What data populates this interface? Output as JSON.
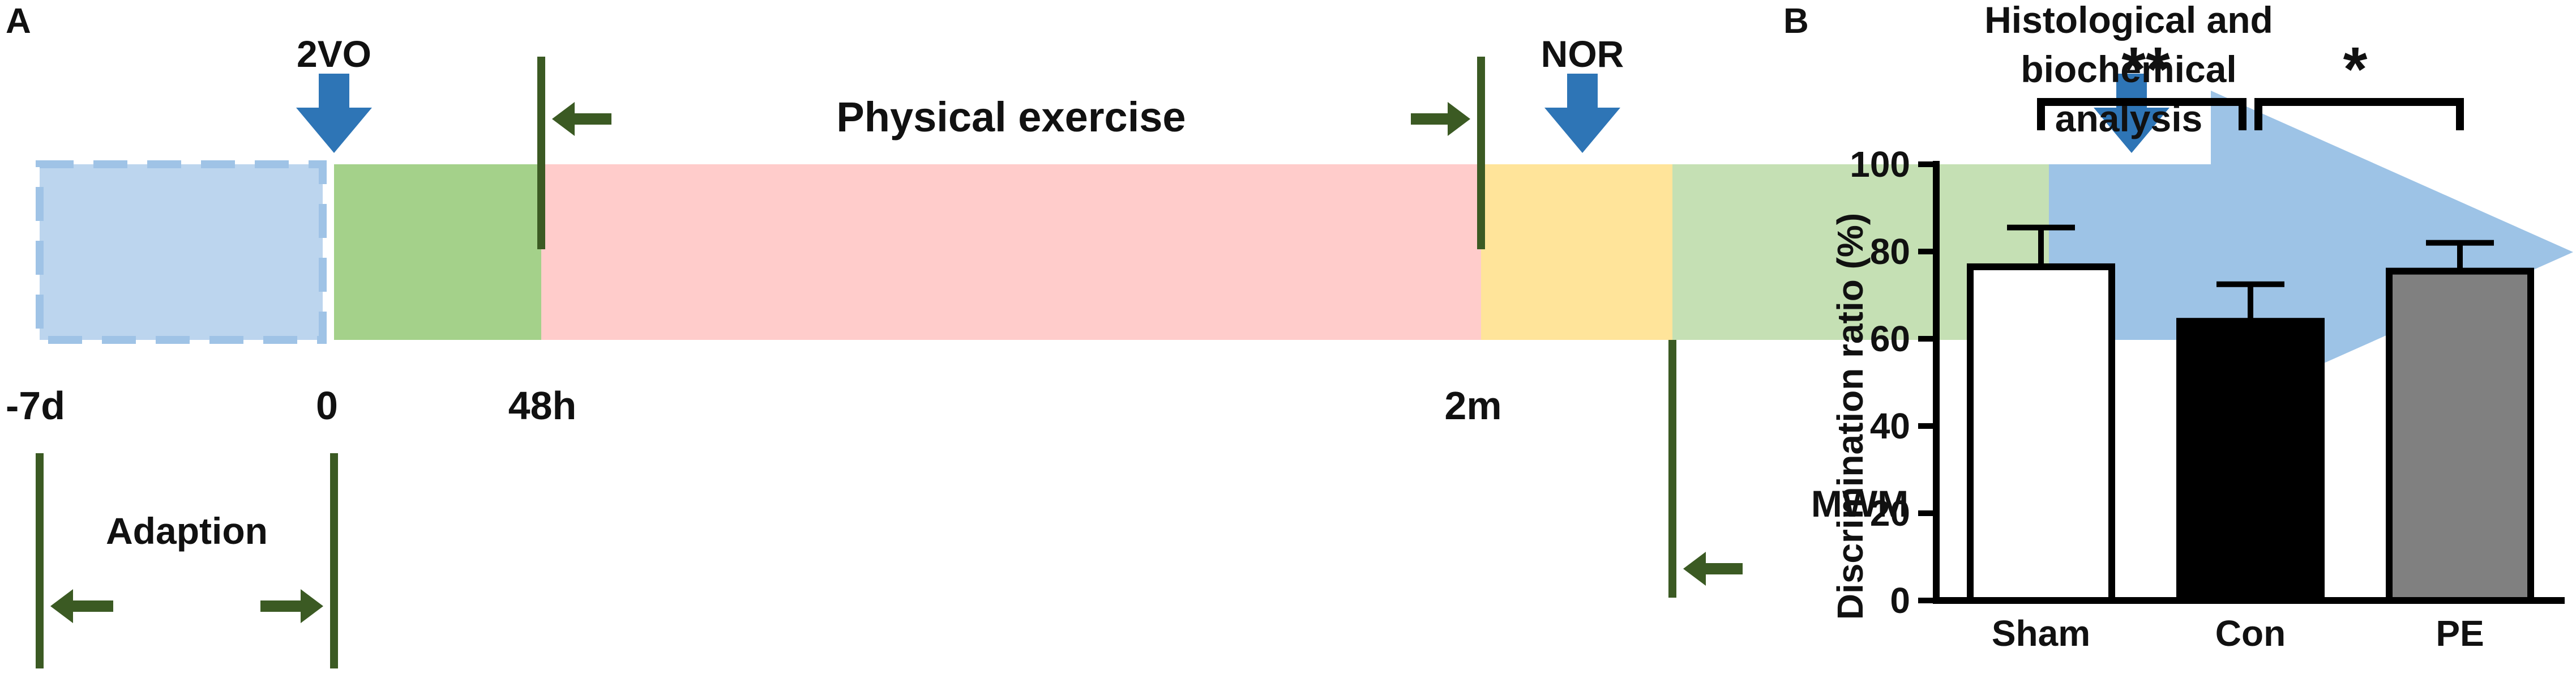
{
  "panels": {
    "a_label": "A",
    "b_label": "B"
  },
  "timeline": {
    "labels": {
      "two_vo": "2VO",
      "physical_exercise": "Physical exercise",
      "nor": "NOR",
      "histo_line1": "Histological and",
      "histo_line2": "biochemical",
      "histo_line3": "analysis",
      "mwm": "MWM",
      "adaption": "Adaption"
    },
    "time_points": [
      "-7d",
      "0",
      "48h",
      "2m"
    ],
    "colors": {
      "adaption_fill": "#bcd5ee",
      "adaption_border": "#9fc3e6",
      "green_segment": "#a4d18a",
      "pink_segment": "#ffcccb",
      "yellow_segment": "#ffe49a",
      "light_green_segment": "#c5e0b4",
      "arrow_blue": "#9dc3e6",
      "marker_blue": "#2e75b6",
      "bracket_green": "#3b5a23"
    }
  },
  "chart_data": {
    "type": "bar",
    "categories": [
      "Sham",
      "Con",
      "PE"
    ],
    "values": [
      76.5,
      64,
      75.5
    ],
    "errors": [
      9,
      8.5,
      6.5
    ],
    "bar_colors": [
      "#ffffff",
      "#000000",
      "#808080"
    ],
    "title": "",
    "xlabel": "",
    "ylabel": "Discrimination ratio (%)",
    "ylim": [
      0,
      100
    ],
    "yticks": [
      0,
      20,
      40,
      60,
      80,
      100
    ],
    "grid": false,
    "significance": [
      {
        "from": "Sham",
        "to": "Con",
        "label": "**"
      },
      {
        "from": "Con",
        "to": "PE",
        "label": "*"
      }
    ]
  }
}
